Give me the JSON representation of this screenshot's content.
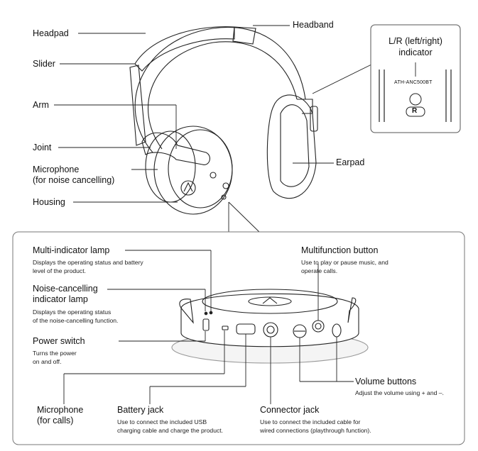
{
  "top_labels": {
    "headpad": "Headpad",
    "slider": "Slider",
    "arm": "Arm",
    "joint": "Joint",
    "microphone_nc": "Microphone\n(for noise cancelling)",
    "housing": "Housing",
    "headband": "Headband",
    "earpad": "Earpad"
  },
  "lr_inset": {
    "title": "L/R (left/right)\nindicator",
    "model": "ATH-ANC500BT",
    "badge": "R"
  },
  "panel": {
    "multi_indicator": {
      "title": "Multi-indicator lamp",
      "desc": "Displays the operating status and battery\nlevel of the product."
    },
    "nc_indicator": {
      "title": "Noise-cancelling\nindicator lamp",
      "desc": "Displays the operating status\nof the noise-cancelling function."
    },
    "power_switch": {
      "title": "Power switch",
      "desc": "Turns the power\non and off."
    },
    "multifunction": {
      "title": "Multifunction button",
      "desc": "Use to play or pause music, and\noperate calls."
    },
    "volume": {
      "title": "Volume buttons",
      "desc": "Adjust the volume using + and –."
    },
    "mic_calls": {
      "title": "Microphone\n(for calls)"
    },
    "battery_jack": {
      "title": "Battery jack",
      "desc": "Use to connect the included USB\ncharging cable and charge the product."
    },
    "connector_jack": {
      "title": "Connector jack",
      "desc": "Use to connect the included cable for\nwired connections (playthrough function)."
    }
  }
}
